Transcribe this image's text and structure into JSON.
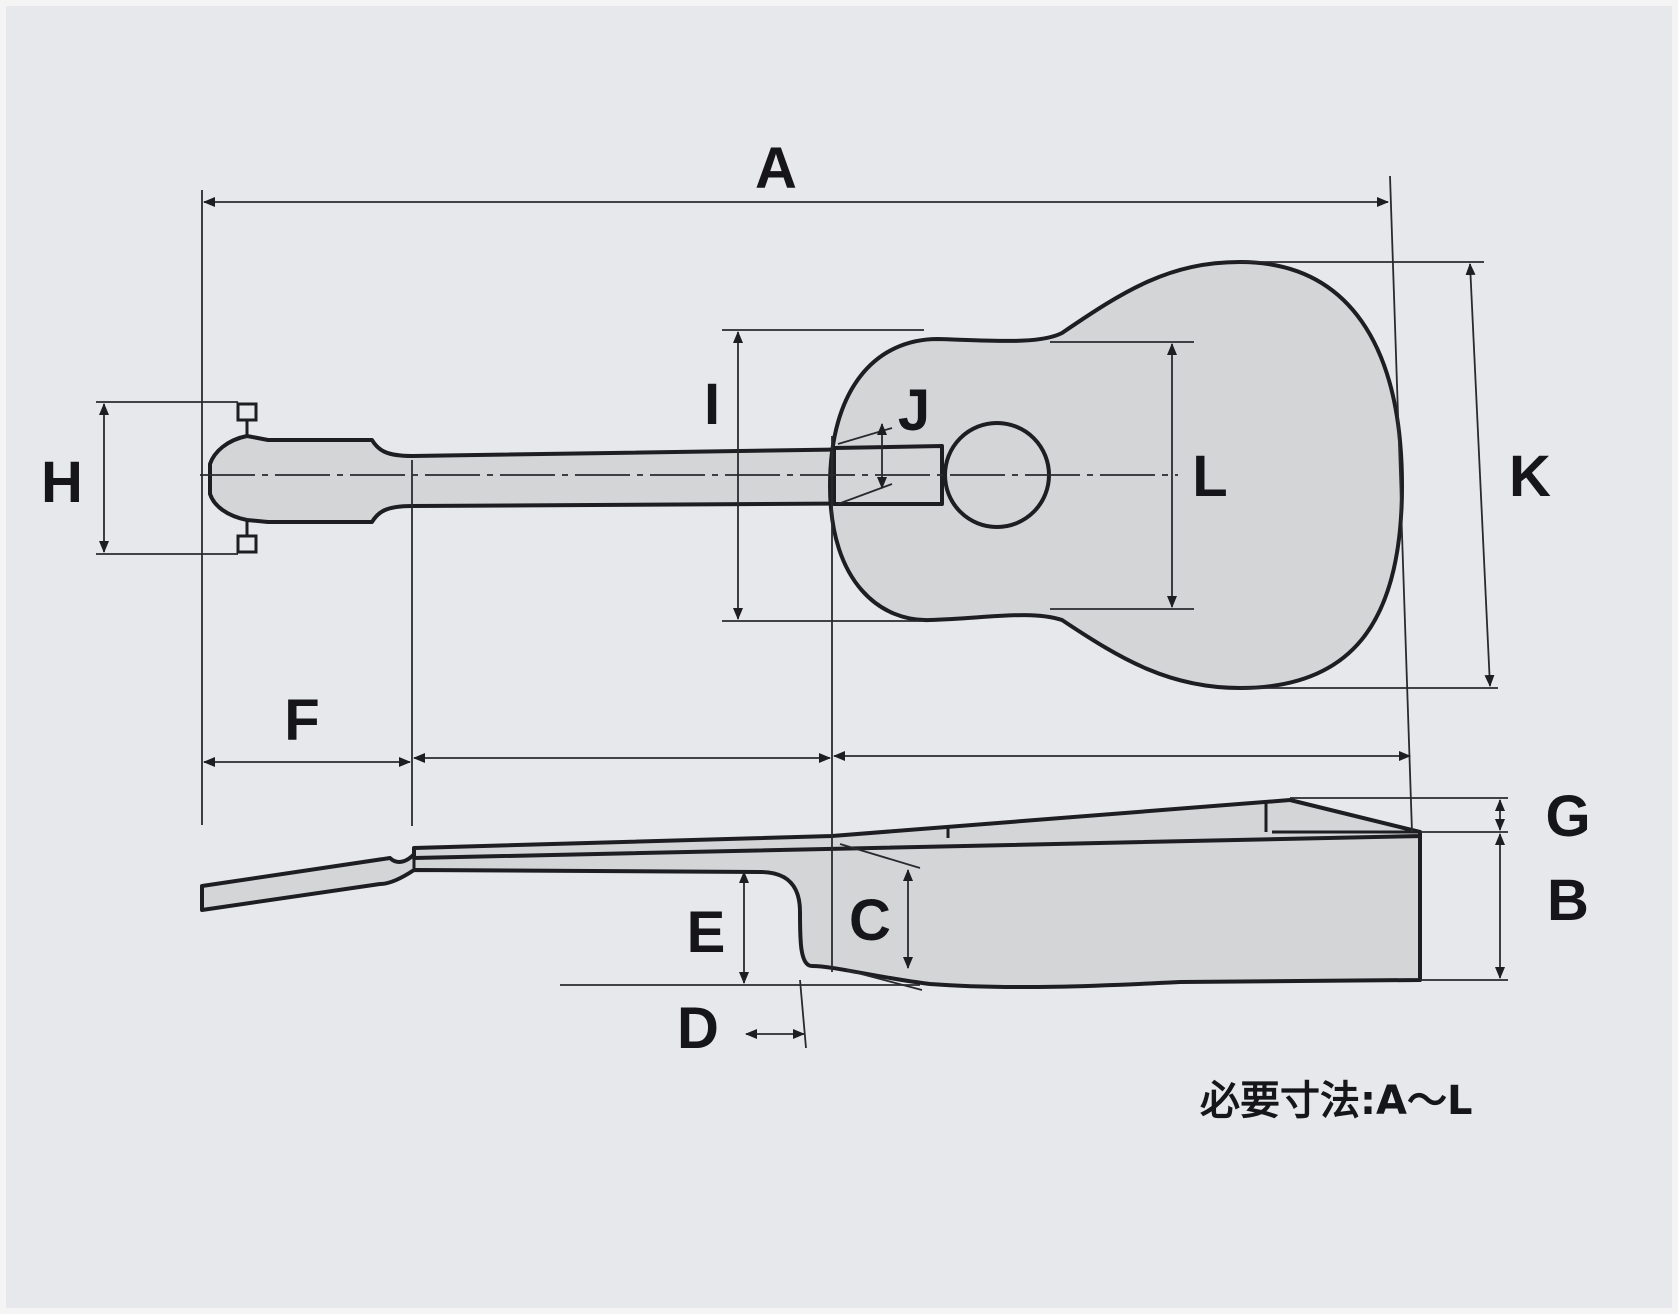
{
  "labels": {
    "A": "A",
    "B": "B",
    "C": "C",
    "D": "D",
    "E": "E",
    "F": "F",
    "G": "G",
    "H": "H",
    "I": "I",
    "J": "J",
    "K": "K",
    "L": "L"
  },
  "note": "必要寸法:A～L"
}
